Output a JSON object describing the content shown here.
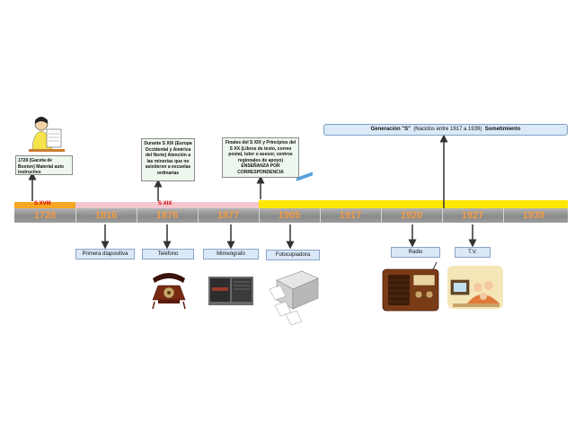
{
  "eras": {
    "xviii": "S XVIII",
    "xix": "S XIX"
  },
  "years": [
    "1728",
    "1816",
    "1876",
    "1877",
    "1905",
    "1917",
    "1920",
    "1927",
    "1939"
  ],
  "events": {
    "e1728": "1728 (Gaceta de Boston) Material auto instructivo",
    "e1876_top": "Durante S XIX (Europa Occidental y América del Norte) Atención a las minorías que no asistieron a escuelas ordinarias",
    "e1877_top": "Finales del S XIX y Principios del S XX (Libros de texto, correo postal, tutor o asesor, centros regionales de apoyo) ENSEÑANZA POR CORRESPONDENCIA"
  },
  "generation": {
    "title": "Generación \"S\"",
    "range": "(Nacidos entre 1917 a 1939)",
    "trait": "Sometimiento"
  },
  "inventions": {
    "diapositiva": "Primera diapositiva",
    "telefono": "Teléfono",
    "mimeografo": "Mimeógrafo",
    "fotocopiadora": "Fotocopiadora",
    "radio": "Radio",
    "tv": "T.V."
  }
}
